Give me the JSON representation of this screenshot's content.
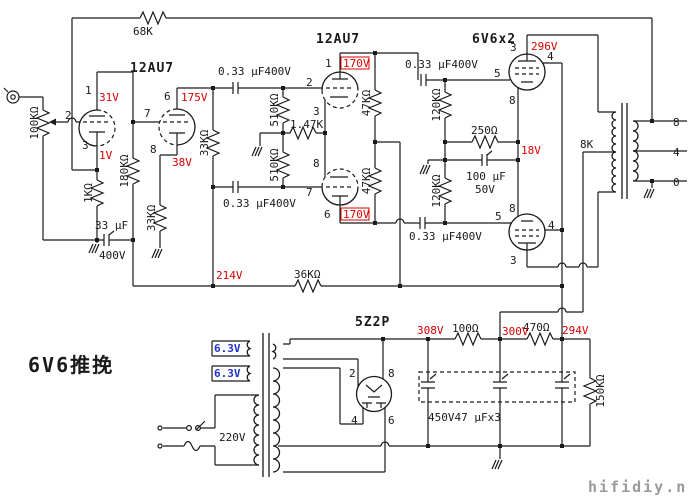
{
  "title": "6V6推挽",
  "watermark": "hifidiy.net",
  "tubes": {
    "v1": "12AU7",
    "v2": "12AU7",
    "v3": "6V6x2",
    "v4": "5Z2P"
  },
  "resistors": {
    "r68k": "68K",
    "rpot": "100KΩ",
    "r1k": "1KΩ",
    "r180k": "180KΩ",
    "r33k_plate": "33KΩ",
    "r33k_cath": "33KΩ",
    "r510k_a": "510KΩ",
    "r510k_b": "510KΩ",
    "r1_47k": "1.47K",
    "r47k_a": "47KΩ",
    "r47k_b": "47KΩ",
    "r120k_a": "120KΩ",
    "r120k_b": "120KΩ",
    "r250": "250Ω",
    "r8k": "8K",
    "r36k": "36KΩ",
    "r100": "100Ω",
    "r470": "470Ω",
    "r150k": "150KΩ"
  },
  "capacitors": {
    "coup1": "0.33 μF400V",
    "coup2": "0.33 μF400V",
    "coup3": "0.33 μF400V",
    "coup4": "0.33 μF400V",
    "c33_val": "33 μF",
    "c33_volt": "400V",
    "c100_val": "100 μF",
    "c100_volt": "50V",
    "filter_bank": "450V47 μFx3"
  },
  "voltages": {
    "v31": "31V",
    "v1": "1V",
    "v175": "175V",
    "v38": "38V",
    "v170a": "170V",
    "v170b": "170V",
    "v296": "296V",
    "v18": "18V",
    "v214": "214V",
    "v308": "308V",
    "v300": "300V",
    "v294": "294V"
  },
  "heaters": {
    "h1": "6.3V",
    "h2": "6.3V"
  },
  "mains": "220V",
  "taps": {
    "t8": "8",
    "t4": "4",
    "t0": "0"
  },
  "pins": {
    "v1a1": "1",
    "v1a2": "2",
    "v1a3": "3",
    "v1b6": "6",
    "v1b7": "7",
    "v1b8": "8",
    "v2a1": "1",
    "v2a2": "2",
    "v2a3": "3",
    "v2b6": "6",
    "v2b7": "7",
    "v2b8": "8",
    "o1p3": "3",
    "o1p4": "4",
    "o1p5": "5",
    "o1p8": "8",
    "o2p3": "3",
    "o2p4": "4",
    "o2p5": "5",
    "o2p8": "8",
    "z2": "2",
    "z8": "8",
    "z4": "4",
    "z6": "6"
  }
}
